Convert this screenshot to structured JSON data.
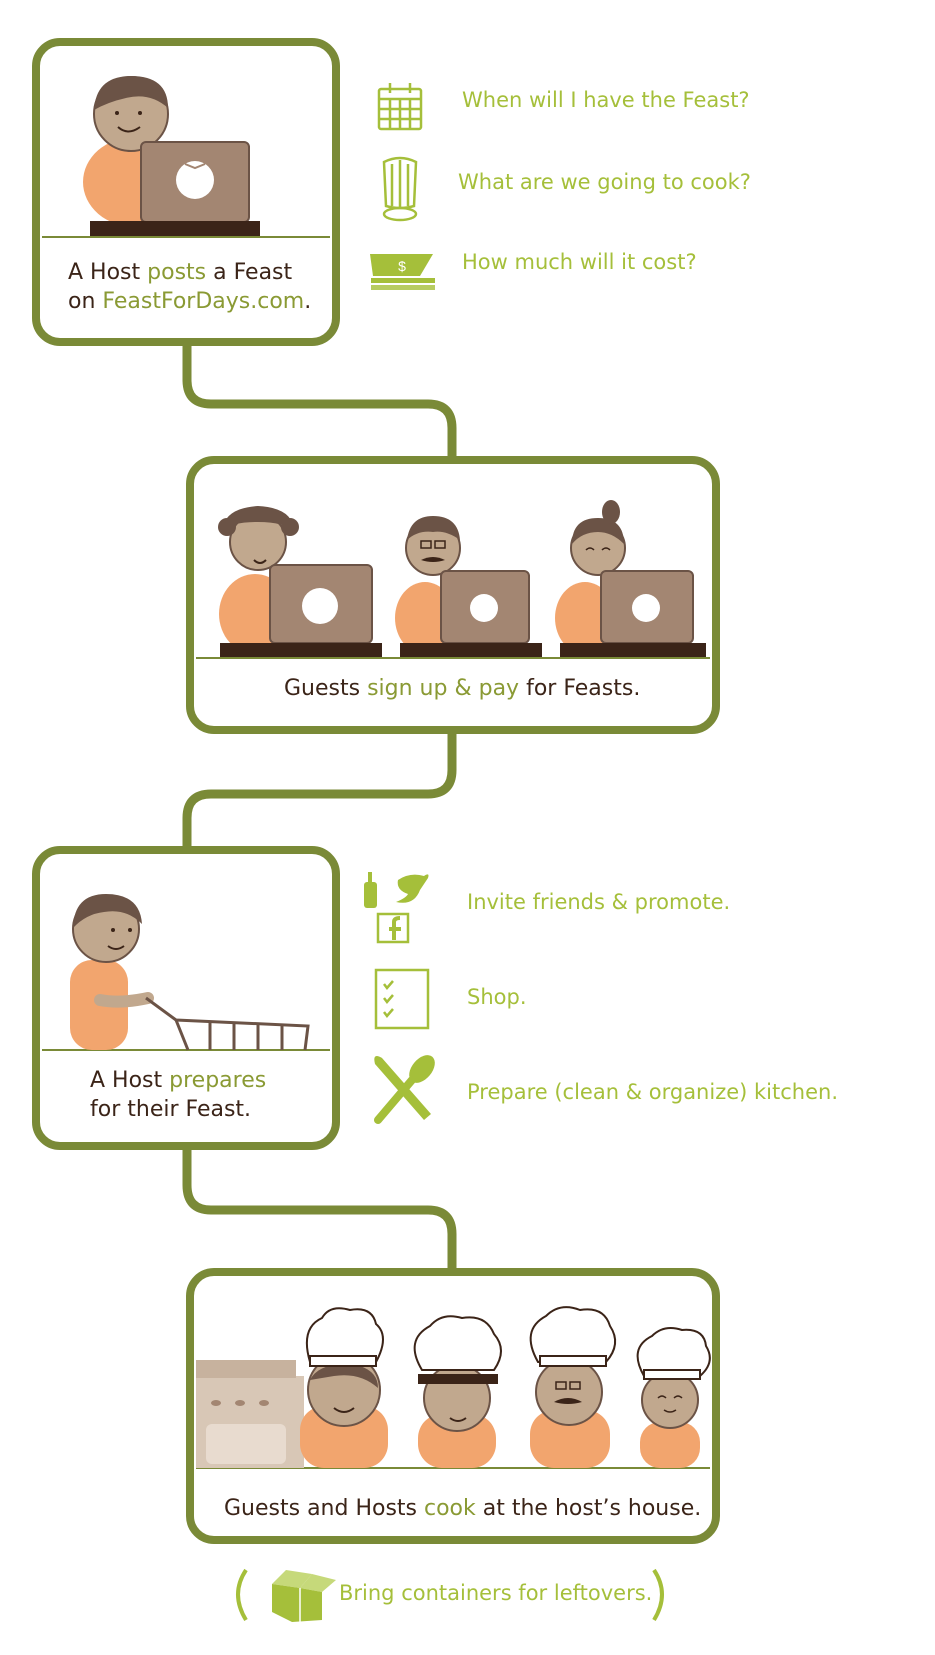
{
  "colors": {
    "frame": "#7a8a37",
    "accent_text": "#8a9a34",
    "bullet_text": "#a5bf3a",
    "dark_text": "#3b2418",
    "skin": "#c1a88e",
    "shirt": "#f2a56e",
    "laptop": "#a38672",
    "hair": "#6b5346"
  },
  "steps": {
    "post": {
      "caption_pre": "A Host ",
      "caption_accent": "posts",
      "caption_mid": " a Feast",
      "caption_line2_pre": "on ",
      "caption_line2_accent": "FeastForDays.com",
      "caption_line2_post": ".",
      "bullets": [
        {
          "icon": "calendar-icon",
          "text": "When will I have the Feast?"
        },
        {
          "icon": "chef-hat-icon",
          "text": "What are we going to cook?"
        },
        {
          "icon": "money-stack-icon",
          "text": "How much will it cost?"
        }
      ]
    },
    "signup": {
      "caption_pre": "Guests ",
      "caption_accent": "sign up & pay",
      "caption_post": " for Feasts."
    },
    "prepare": {
      "caption_pre": "A Host ",
      "caption_accent": "prepares",
      "caption_line2": "for their Feast.",
      "bullets": [
        {
          "icon": "phone-twitter-facebook-icon",
          "text": "Invite friends & promote."
        },
        {
          "icon": "checklist-icon",
          "text": "Shop."
        },
        {
          "icon": "knife-spoon-icon",
          "text": "Prepare (clean & organize) kitchen."
        }
      ]
    },
    "cook": {
      "caption_pre": "Guests and Hosts ",
      "caption_accent": "cook",
      "caption_post": " at the host’s house."
    }
  },
  "footer": {
    "icon": "box-icon",
    "text": "Bring containers for leftovers."
  }
}
